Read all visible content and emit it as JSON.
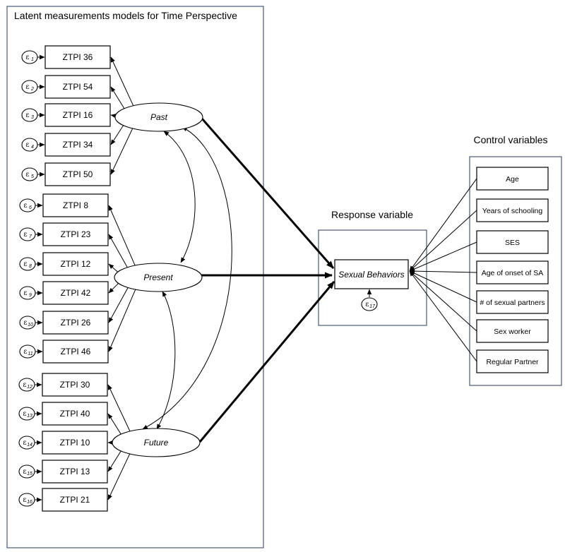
{
  "titles": {
    "latent": "Latent measurements models for Time Perspective",
    "response": "Response variable",
    "control": "Control variables"
  },
  "latent_factors": [
    "Past",
    "Present",
    "Future"
  ],
  "response_variable": "Sexual Behaviors",
  "response_error": {
    "symbol": "ε",
    "index": "17"
  },
  "indicators": [
    {
      "label": "ZTPI 36",
      "error": "1"
    },
    {
      "label": "ZTPI 54",
      "error": "2"
    },
    {
      "label": "ZTPI 16",
      "error": "3"
    },
    {
      "label": "ZTPI 34",
      "error": "4"
    },
    {
      "label": "ZTPI 50",
      "error": "5"
    },
    {
      "label": "ZTPI 8",
      "error": "6"
    },
    {
      "label": "ZTPI 23",
      "error": "7"
    },
    {
      "label": "ZTPI 12",
      "error": "8"
    },
    {
      "label": "ZTPI 42",
      "error": "9"
    },
    {
      "label": "ZTPI 26",
      "error": "10"
    },
    {
      "label": "ZTPI 46",
      "error": "11"
    },
    {
      "label": "ZTPI 30",
      "error": "12"
    },
    {
      "label": "ZTPI 40",
      "error": "13"
    },
    {
      "label": "ZTPI 10",
      "error": "14"
    },
    {
      "label": "ZTPI 13",
      "error": "15"
    },
    {
      "label": "ZTPI 21",
      "error": "16"
    }
  ],
  "error_symbol": "ε",
  "control_variables": [
    "Age",
    "Years of schooling",
    "SES",
    "Age of onset of SA",
    "# of sexual partners",
    "Sex worker",
    "Regular Partner"
  ]
}
